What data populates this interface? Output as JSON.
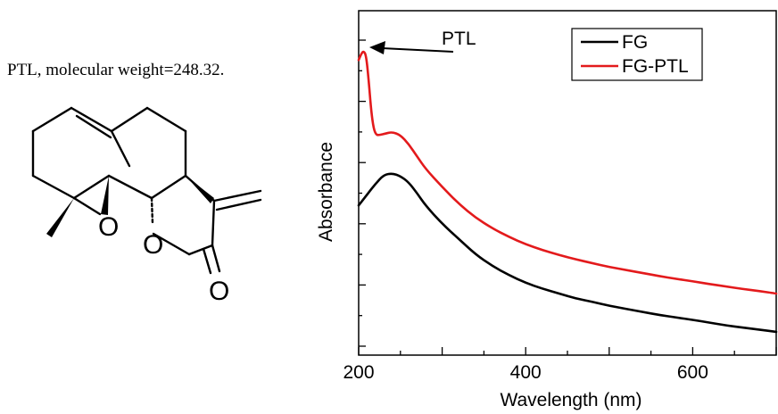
{
  "caption": "PTL, molecular weight=248.32.",
  "molecule": {
    "atoms": [
      "O",
      "O",
      "O"
    ]
  },
  "chart_data": {
    "type": "line",
    "xlabel": "Wavelength (nm)",
    "ylabel": "Absorbance",
    "xlim": [
      200,
      700
    ],
    "ylim": [
      0,
      1
    ],
    "x_ticks": [
      200,
      400,
      600
    ],
    "y_tick_labels_shown": false,
    "grid": false,
    "legend": {
      "placement": "top-right",
      "entries": [
        "FG",
        "FG-PTL"
      ]
    },
    "annotation": {
      "text": "PTL",
      "x": 205,
      "y": 0.96
    },
    "series": [
      {
        "name": "FG",
        "color": "#000000",
        "points": [
          [
            200,
            0.46
          ],
          [
            210,
            0.495
          ],
          [
            220,
            0.53
          ],
          [
            230,
            0.56
          ],
          [
            240,
            0.565
          ],
          [
            250,
            0.556
          ],
          [
            260,
            0.535
          ],
          [
            270,
            0.5
          ],
          [
            280,
            0.46
          ],
          [
            300,
            0.4
          ],
          [
            320,
            0.35
          ],
          [
            340,
            0.3
          ],
          [
            360,
            0.262
          ],
          [
            380,
            0.232
          ],
          [
            400,
            0.207
          ],
          [
            420,
            0.188
          ],
          [
            440,
            0.172
          ],
          [
            460,
            0.156
          ],
          [
            480,
            0.145
          ],
          [
            500,
            0.132
          ],
          [
            520,
            0.122
          ],
          [
            540,
            0.112
          ],
          [
            560,
            0.102
          ],
          [
            580,
            0.094
          ],
          [
            600,
            0.086
          ],
          [
            620,
            0.077
          ],
          [
            640,
            0.068
          ],
          [
            660,
            0.061
          ],
          [
            680,
            0.054
          ],
          [
            700,
            0.047
          ]
        ]
      },
      {
        "name": "FG-PTL",
        "color": "#e31a1c",
        "points": [
          [
            200,
            0.935
          ],
          [
            203,
            0.955
          ],
          [
            206,
            0.965
          ],
          [
            209,
            0.95
          ],
          [
            212,
            0.87
          ],
          [
            215,
            0.77
          ],
          [
            218,
            0.71
          ],
          [
            221,
            0.69
          ],
          [
            225,
            0.69
          ],
          [
            232,
            0.695
          ],
          [
            240,
            0.7
          ],
          [
            250,
            0.69
          ],
          [
            260,
            0.66
          ],
          [
            270,
            0.62
          ],
          [
            280,
            0.58
          ],
          [
            300,
            0.52
          ],
          [
            320,
            0.465
          ],
          [
            340,
            0.42
          ],
          [
            360,
            0.385
          ],
          [
            380,
            0.357
          ],
          [
            400,
            0.333
          ],
          [
            420,
            0.314
          ],
          [
            440,
            0.298
          ],
          [
            460,
            0.284
          ],
          [
            480,
            0.271
          ],
          [
            500,
            0.259
          ],
          [
            520,
            0.249
          ],
          [
            540,
            0.239
          ],
          [
            560,
            0.229
          ],
          [
            580,
            0.22
          ],
          [
            600,
            0.212
          ],
          [
            620,
            0.203
          ],
          [
            640,
            0.195
          ],
          [
            660,
            0.187
          ],
          [
            680,
            0.18
          ],
          [
            700,
            0.172
          ]
        ]
      }
    ]
  }
}
